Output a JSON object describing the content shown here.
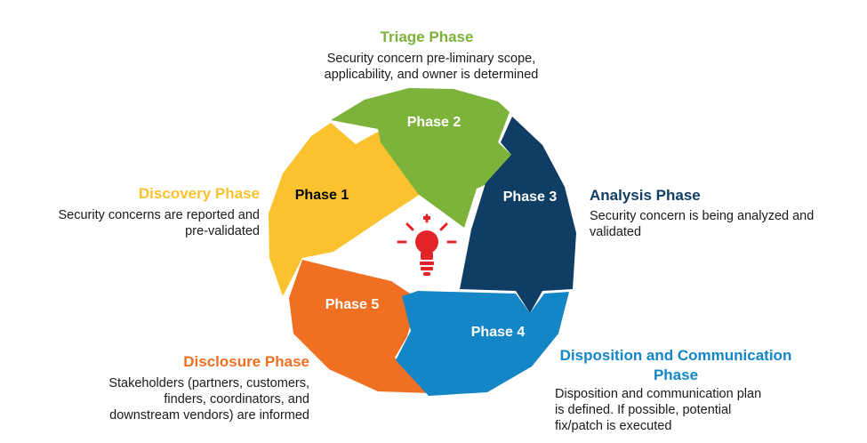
{
  "colors": {
    "phase1": "#F9C22E",
    "phase2": "#7DB33A",
    "phase3": "#0F3D63",
    "phase4": "#1486C5",
    "phase5": "#EF7022",
    "bulb": "#E3232A"
  },
  "icons": {
    "center": "lightbulb-icon"
  },
  "phases": [
    {
      "label": "Phase 1",
      "title": "Discovery Phase",
      "description": [
        "Security concerns are reported and",
        "pre-validated"
      ]
    },
    {
      "label": "Phase 2",
      "title": "Triage Phase",
      "description": [
        "Security concern pre-liminary scope,",
        "applicability, and owner is determined"
      ]
    },
    {
      "label": "Phase 3",
      "title": "Analysis Phase",
      "description": [
        "Security concern is being analyzed and",
        "validated"
      ]
    },
    {
      "label": "Phase 4",
      "title_lines": [
        "Disposition and Communication",
        "Phase"
      ],
      "description": [
        "Disposition and communication plan",
        "is defined. If possible, potential",
        "fix/patch is executed"
      ]
    },
    {
      "label": "Phase 5",
      "title": "Disclosure Phase",
      "description": [
        "Stakeholders (partners, customers,",
        "finders, coordinators, and",
        "downstream vendors) are informed"
      ]
    }
  ]
}
